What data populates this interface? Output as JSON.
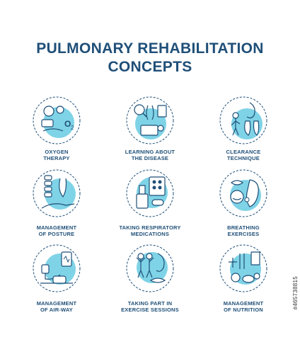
{
  "title": {
    "line1": "PULMONARY REHABILITATION",
    "line2": "CONCEPTS"
  },
  "colors": {
    "title": "#1f4f78",
    "stroke": "#1f4f78",
    "accent": "#7fd3e6"
  },
  "concepts": [
    {
      "icon": "oxygen-therapy-icon",
      "label": [
        "OXYGEN",
        "THERAPY"
      ]
    },
    {
      "icon": "learning-about-disease-icon",
      "label": [
        "LEARNING ABOUT",
        "THE DISEASE"
      ]
    },
    {
      "icon": "clearance-technique-icon",
      "label": [
        "CLEARANCE",
        "TECHNIQUE"
      ]
    },
    {
      "icon": "management-of-posture-icon",
      "label": [
        "MANAGEMENT",
        "OF POSTURE"
      ]
    },
    {
      "icon": "respiratory-medications-icon",
      "label": [
        "TAKING RESPIRATORY",
        "MEDICATIONS"
      ]
    },
    {
      "icon": "breathing-exercises-icon",
      "label": [
        "BREATHING",
        "EXERCISES"
      ]
    },
    {
      "icon": "management-of-airway-icon",
      "label": [
        "MANAGEMENT",
        "OF AIR-WAY"
      ]
    },
    {
      "icon": "exercise-sessions-icon",
      "label": [
        "TAKING PART IN",
        "EXERCISE SESSIONS"
      ]
    },
    {
      "icon": "management-of-nutrition-icon",
      "label": [
        "MANAGEMENT",
        "OF NUTRITION"
      ]
    }
  ],
  "watermark": "#465738815"
}
